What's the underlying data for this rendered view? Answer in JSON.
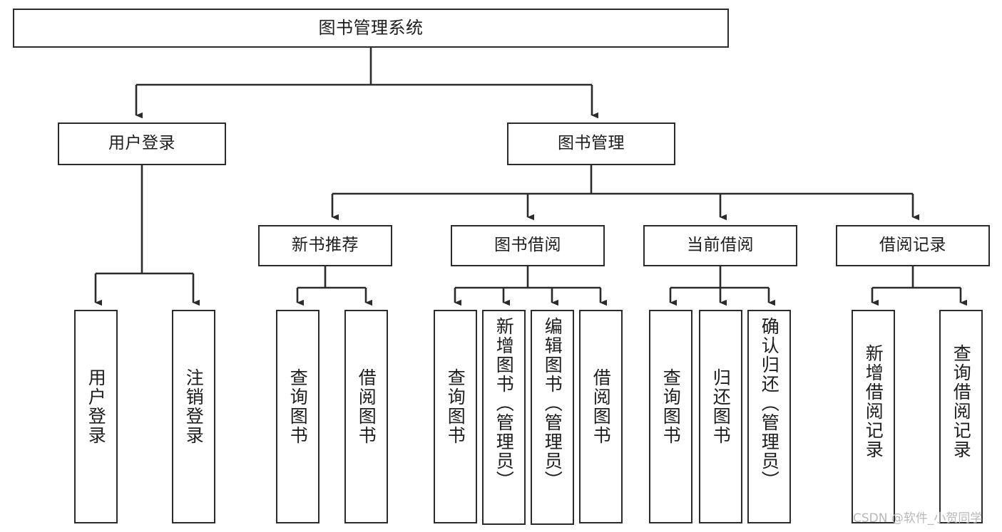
{
  "diagram": {
    "title": "图书管理系统",
    "type": "hierarchy-tree",
    "watermark": "CSDN @软件_小贺同学",
    "colors": {
      "background": "#ffffff",
      "box_border": "#2b2b2b",
      "box_fill": "#ffffff",
      "text": "#1d1d1d",
      "edge": "#2b2b2b",
      "watermark": "#b9b9b9"
    },
    "levels": [
      {
        "level": 1,
        "nodes": [
          {
            "id": "root",
            "label": "图书管理系统",
            "orientation": "horizontal"
          }
        ]
      },
      {
        "level": 2,
        "nodes": [
          {
            "id": "login",
            "label": "用户登录",
            "orientation": "horizontal",
            "parent": "root"
          },
          {
            "id": "bookmgmt",
            "label": "图书管理",
            "orientation": "horizontal",
            "parent": "root"
          }
        ]
      },
      {
        "level": 3,
        "nodes": [
          {
            "id": "newbook",
            "label": "新书推荐",
            "orientation": "horizontal",
            "parent": "bookmgmt"
          },
          {
            "id": "borrow",
            "label": "图书借阅",
            "orientation": "horizontal",
            "parent": "bookmgmt"
          },
          {
            "id": "current",
            "label": "当前借阅",
            "orientation": "horizontal",
            "parent": "bookmgmt"
          },
          {
            "id": "records",
            "label": "借阅记录",
            "orientation": "horizontal",
            "parent": "bookmgmt"
          }
        ]
      },
      {
        "level": 4,
        "nodes": [
          {
            "id": "leaf-user-login",
            "label": "用户登录",
            "orientation": "vertical",
            "parent": "login"
          },
          {
            "id": "leaf-user-logout",
            "label": "注销登录",
            "orientation": "vertical",
            "parent": "login"
          },
          {
            "id": "leaf-query-book-1",
            "label": "查询图书",
            "orientation": "vertical",
            "parent": "newbook"
          },
          {
            "id": "leaf-borrow-book-1",
            "label": "借阅图书",
            "orientation": "vertical",
            "parent": "newbook"
          },
          {
            "id": "leaf-query-book-2",
            "label": "查询图书",
            "orientation": "vertical",
            "parent": "borrow"
          },
          {
            "id": "leaf-add-book",
            "label": "新增图书（管理员）",
            "orientation": "vertical",
            "parent": "borrow"
          },
          {
            "id": "leaf-edit-book",
            "label": "编辑图书（管理员）",
            "orientation": "vertical",
            "parent": "borrow"
          },
          {
            "id": "leaf-borrow-book-2",
            "label": "借阅图书",
            "orientation": "vertical",
            "parent": "borrow"
          },
          {
            "id": "leaf-query-book-3",
            "label": "查询图书",
            "orientation": "vertical",
            "parent": "current"
          },
          {
            "id": "leaf-return-book",
            "label": "归还图书",
            "orientation": "vertical",
            "parent": "current"
          },
          {
            "id": "leaf-confirm-return",
            "label": "确认归还（管理员）",
            "orientation": "vertical",
            "parent": "current"
          },
          {
            "id": "leaf-add-record",
            "label": "新增借阅记录",
            "orientation": "vertical",
            "parent": "records"
          },
          {
            "id": "leaf-query-record",
            "label": "查询借阅记录",
            "orientation": "vertical",
            "parent": "records"
          }
        ]
      }
    ]
  }
}
